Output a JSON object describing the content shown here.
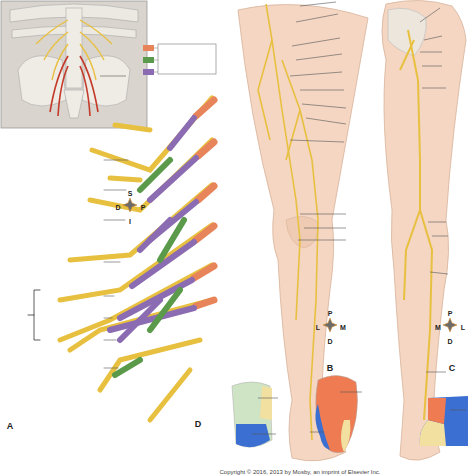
{
  "diagram": {
    "labels": [
      "S",
      "D",
      "P",
      "I",
      "P",
      "L",
      "M",
      "D",
      "P",
      "M",
      "L",
      "D",
      "B",
      "C",
      "A",
      "D",
      "Copyright © 2016, 2013 by Mosby, an imprint of Elsevier Inc."
    ]
  }
}
